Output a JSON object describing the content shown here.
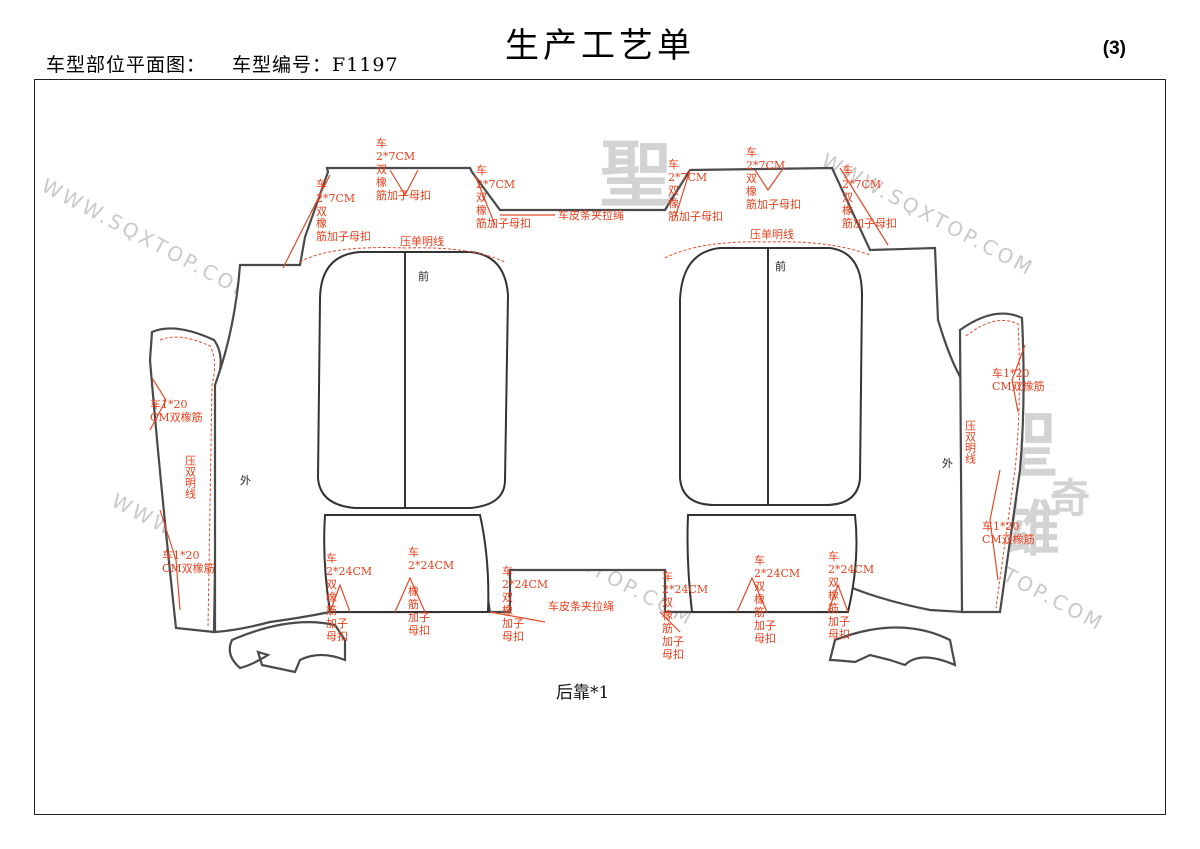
{
  "header": {
    "title": "生产工艺单",
    "plan_label": "车型部位平面图：",
    "model_label": "车型编号：F1197",
    "page_number": "(3)"
  },
  "drawing": {
    "piece_caption": "后靠*1",
    "label_front": "前",
    "label_outer": "外",
    "notes": {
      "top_single": "压单明线",
      "side_double": "压双明线",
      "leather_strip": "车皮条夹拉绳",
      "elastic_2x7": [
        "车",
        "2*7CM",
        "双",
        "橡",
        "筋加子母扣"
      ],
      "elastic_2x24": [
        "车",
        "2*24CM",
        "双",
        "橡",
        "筋",
        "加子",
        "母扣"
      ],
      "elastic_1x20": [
        "车1*20",
        "CM双橡筋"
      ]
    },
    "watermark_text": "WWW.SQXTOP.COM",
    "watermark_brand": [
      "聖",
      "雄",
      "奇"
    ]
  }
}
